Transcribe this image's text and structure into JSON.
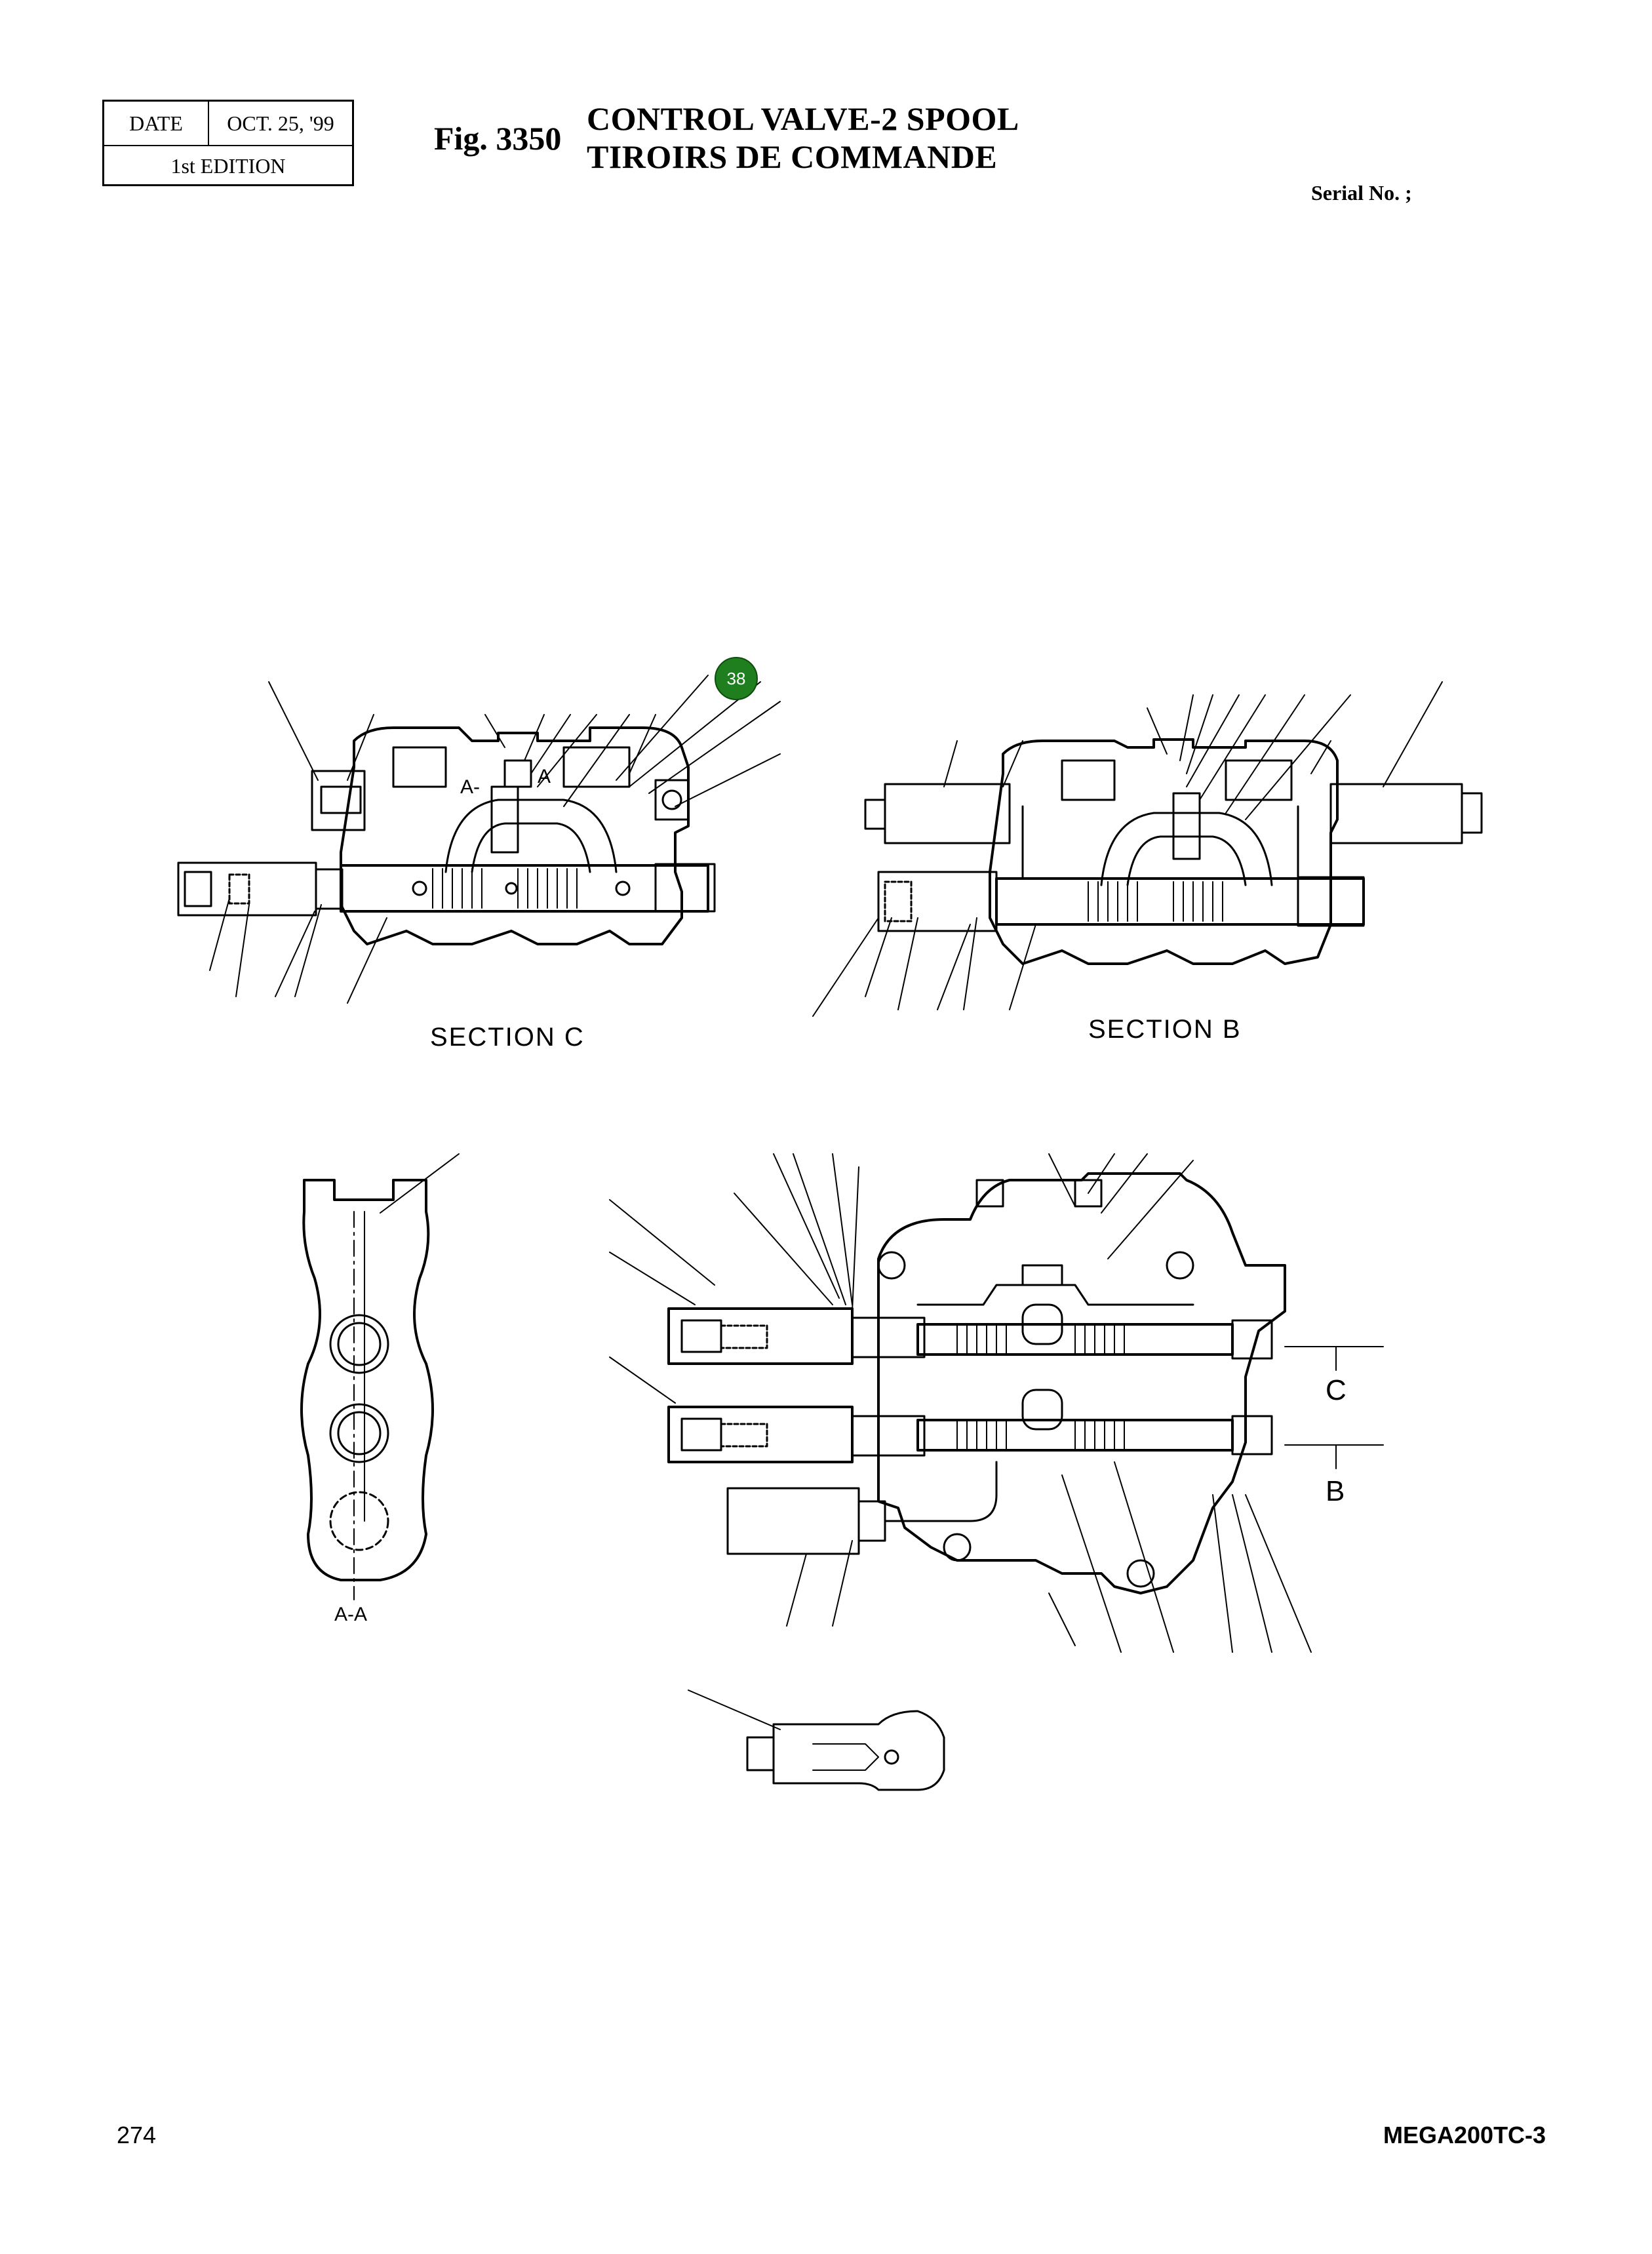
{
  "header": {
    "date_label": "DATE",
    "date_value": "OCT. 25, '99",
    "edition": "1st EDITION",
    "figure": "Fig. 3350",
    "title_en": "CONTROL VALVE-2 SPOOL",
    "title_fr": "TIROIRS DE COMMANDE",
    "serial": "Serial No. ;"
  },
  "drawing": {
    "section_c": "SECTION  C",
    "section_b": "SECTION  B",
    "section_aa": "A-A",
    "cut_c": "C",
    "cut_b": "B",
    "a_mark_1": "A-",
    "a_mark_2": "A",
    "callout_badge": "38"
  },
  "footer": {
    "page_number": "274",
    "model": "MEGA200TC-3"
  }
}
